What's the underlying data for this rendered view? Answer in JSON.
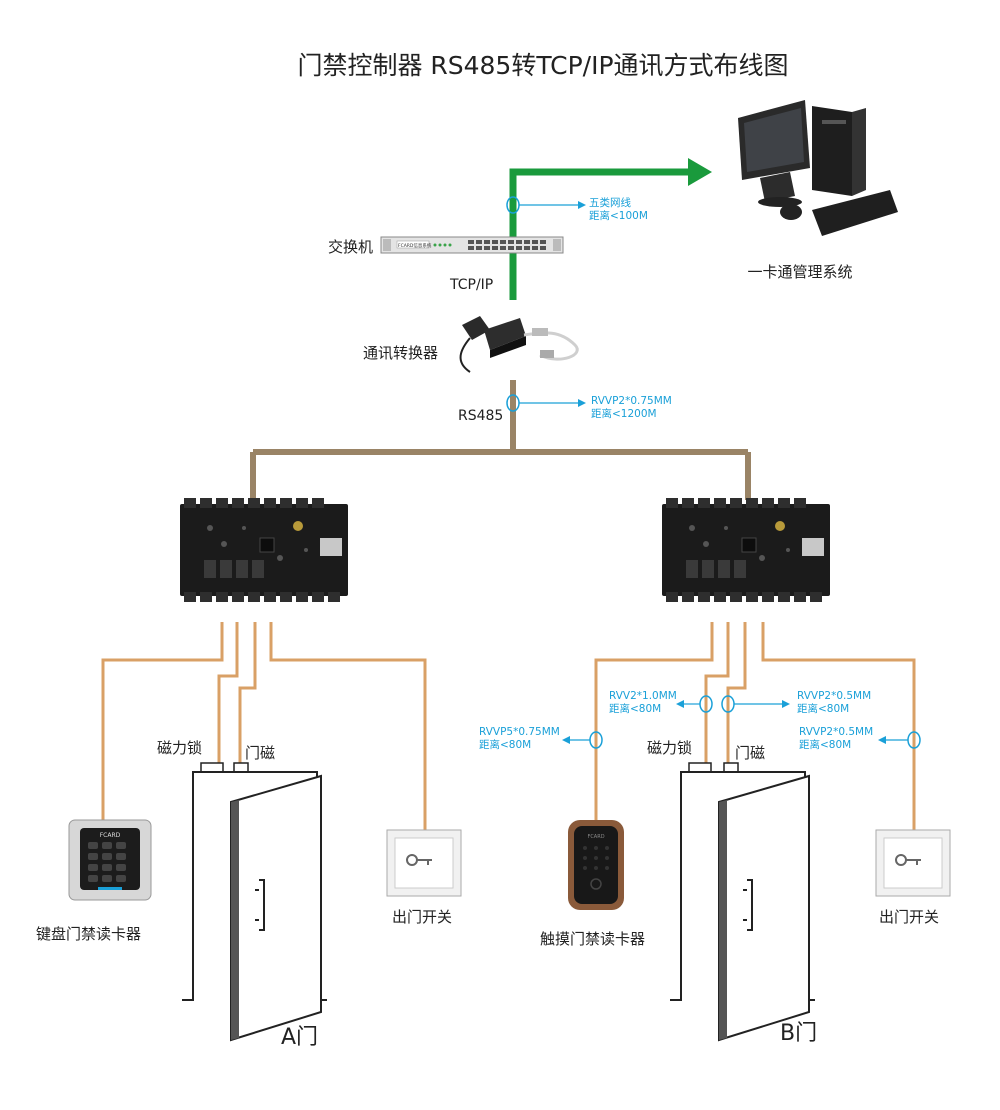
{
  "title": "门禁控制器  RS485转TCP/IP通讯方式布线图",
  "pc_label": "一卡通管理系统",
  "switch_label": "交换机",
  "switch_panel_text": "FCARD信息系统",
  "tcpip_label": "TCP/IP",
  "converter_label": "通讯转换器",
  "rs485_label": "RS485",
  "cables": {
    "cat5": {
      "type": "五类网线",
      "distance": "距离<100M"
    },
    "rs485": {
      "type": "RVVP2*0.75MM",
      "distance": "距离<1200M"
    },
    "b_lock": {
      "type": "RVV2*1.0MM",
      "distance": "距离<80M"
    },
    "b_sensor": {
      "type": "RVVP2*0.5MM",
      "distance": "距离<80M"
    },
    "b_reader": {
      "type": "RVVP5*0.75MM",
      "distance": "距离<80M"
    },
    "b_exit": {
      "type": "RVVP2*0.5MM",
      "distance": "距离<80M"
    }
  },
  "door_a": {
    "lock_label": "磁力锁",
    "sensor_label": "门磁",
    "name": "A门",
    "reader_label": "键盘门禁读卡器",
    "reader_brand": "FCARD",
    "exit_label": "出门开关"
  },
  "door_b": {
    "lock_label": "磁力锁",
    "sensor_label": "门磁",
    "name": "B门",
    "reader_label": "触摸门禁读卡器",
    "reader_brand": "FCARD",
    "exit_label": "出门开关"
  },
  "colors": {
    "tcpip_line": "#1a9a3c",
    "rs485_line": "#9a8466",
    "device_wire": "#d9a066",
    "annotation": "#1aa0d8",
    "board": "#1b1b1b"
  }
}
